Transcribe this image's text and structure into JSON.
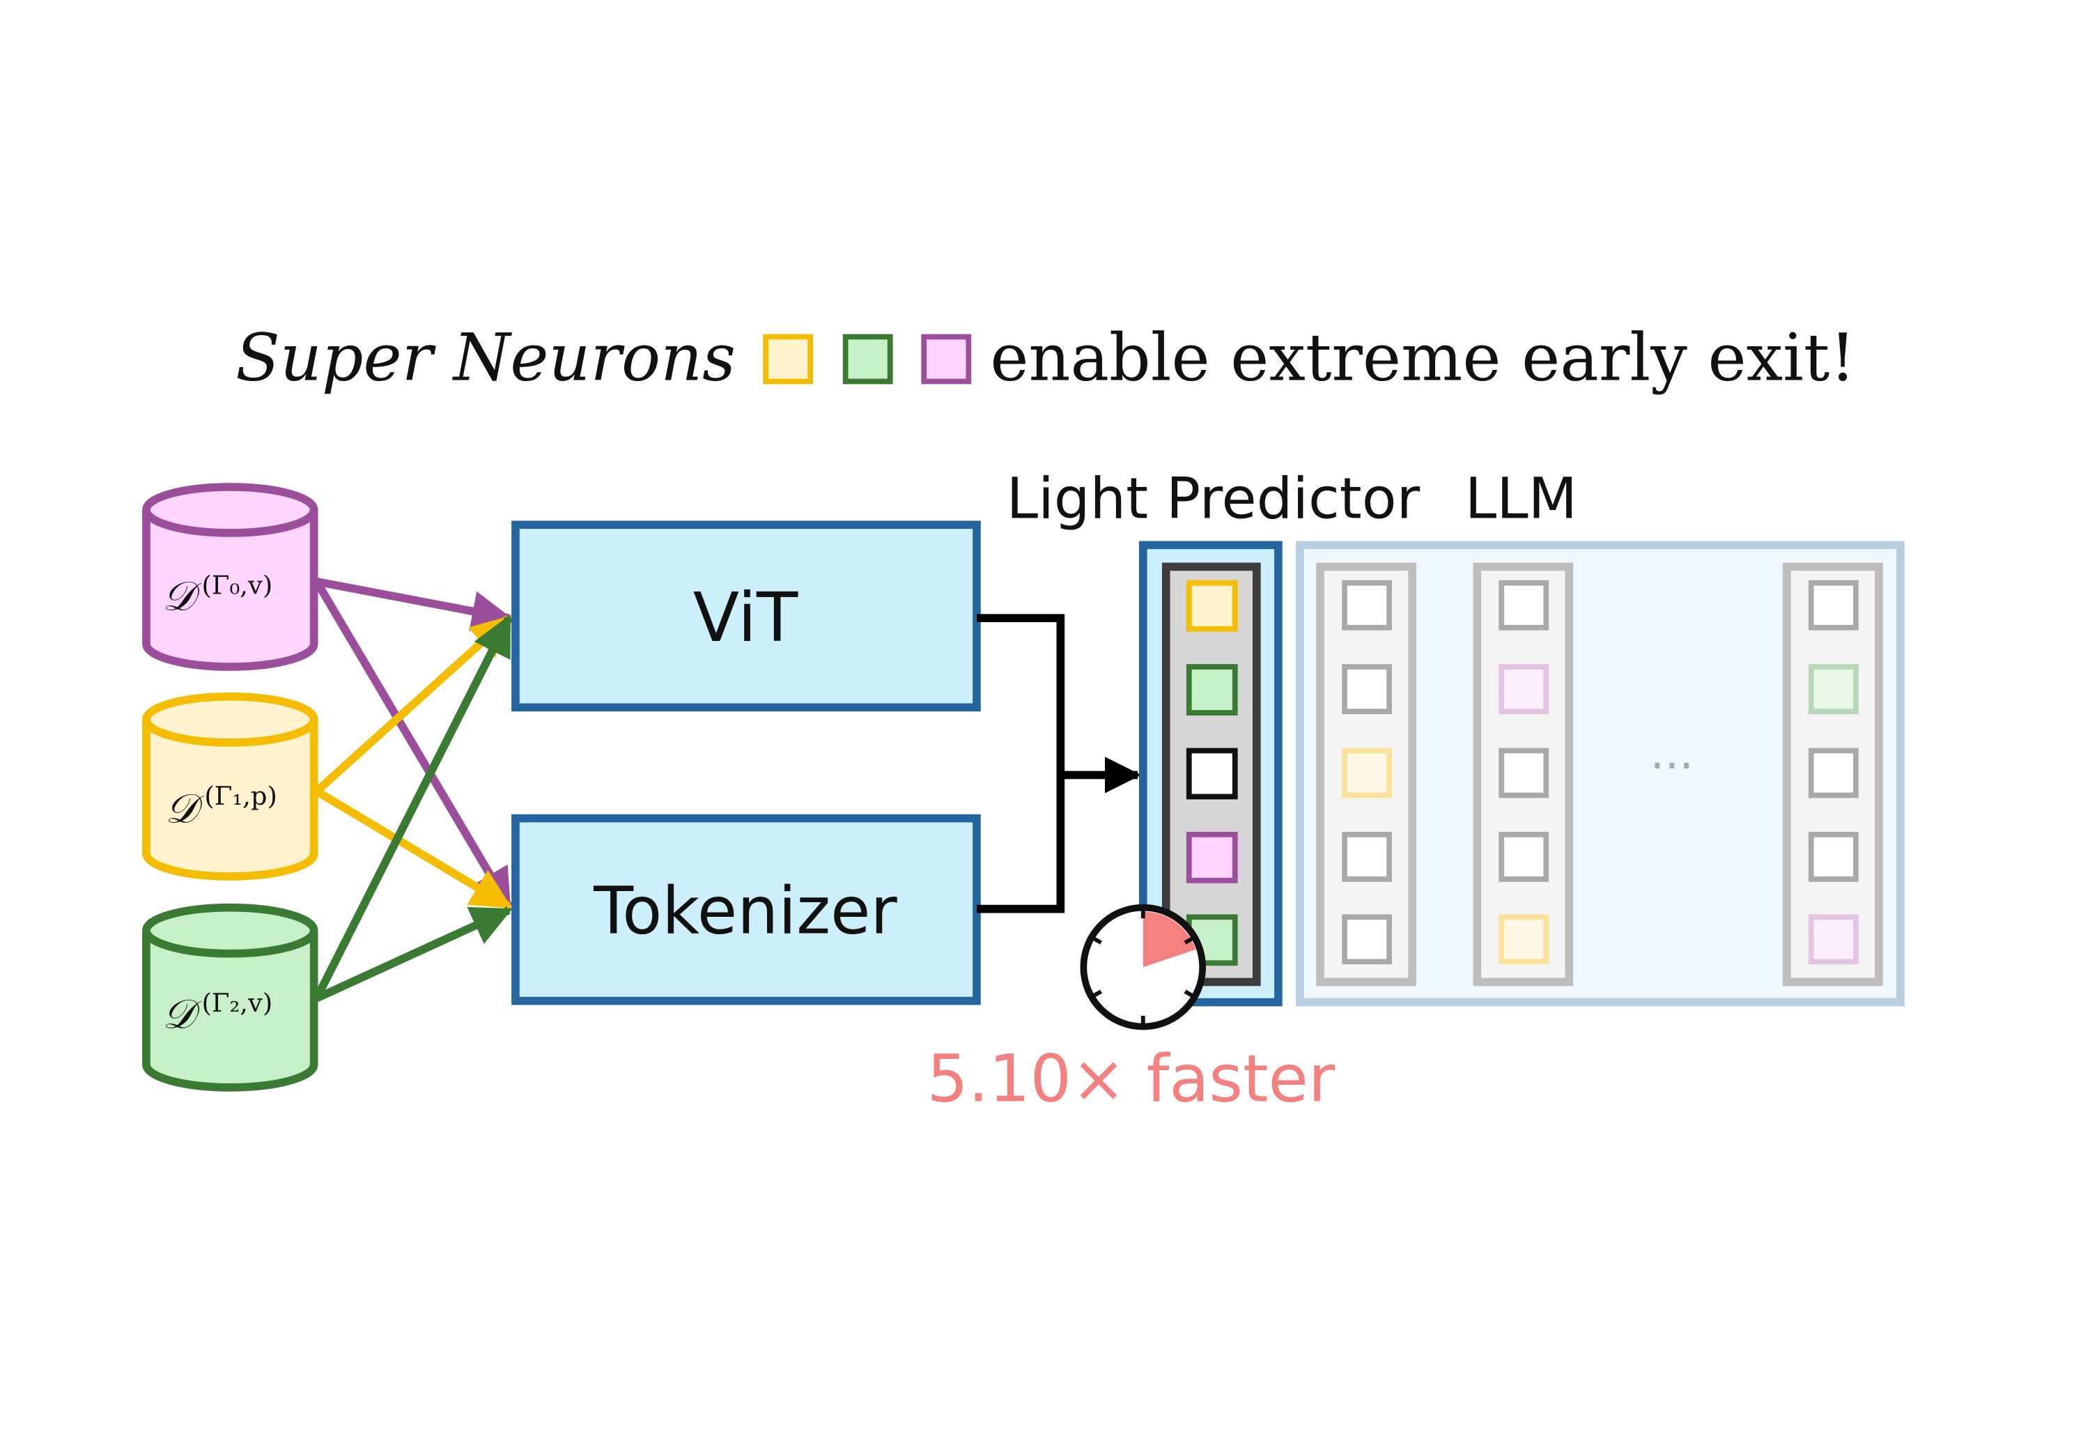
{
  "headline": {
    "emphasis": "Super Neurons",
    "rest": "enable extreme early exit!"
  },
  "datasets": [
    {
      "base": "𝒟",
      "superscript": "(Γ₀,v)",
      "color": "#9b4f9b",
      "fill": "#ffd5ff"
    },
    {
      "base": "𝒟",
      "superscript": "(Γ₁,p)",
      "color": "#f5bd00",
      "fill": "#fff2cf"
    },
    {
      "base": "𝒟",
      "superscript": "(Γ₂,v)",
      "color": "#3b7a33",
      "fill": "#c8f0c8"
    }
  ],
  "encoders": {
    "vit": "ViT",
    "tokenizer": "Tokenizer"
  },
  "labels": {
    "light_predictor": "Light Predictor",
    "llm": "LLM",
    "ellipsis": "···",
    "speedup": "5.10× faster"
  },
  "colors": {
    "box_border": "#2465a0",
    "box_fill": "#cdeefb",
    "speedup": "#f58080",
    "llm_panel_border": "#b7cde0",
    "llm_panel_fill": "#eef8fd"
  },
  "icons": {
    "timer": "stopwatch-icon"
  }
}
